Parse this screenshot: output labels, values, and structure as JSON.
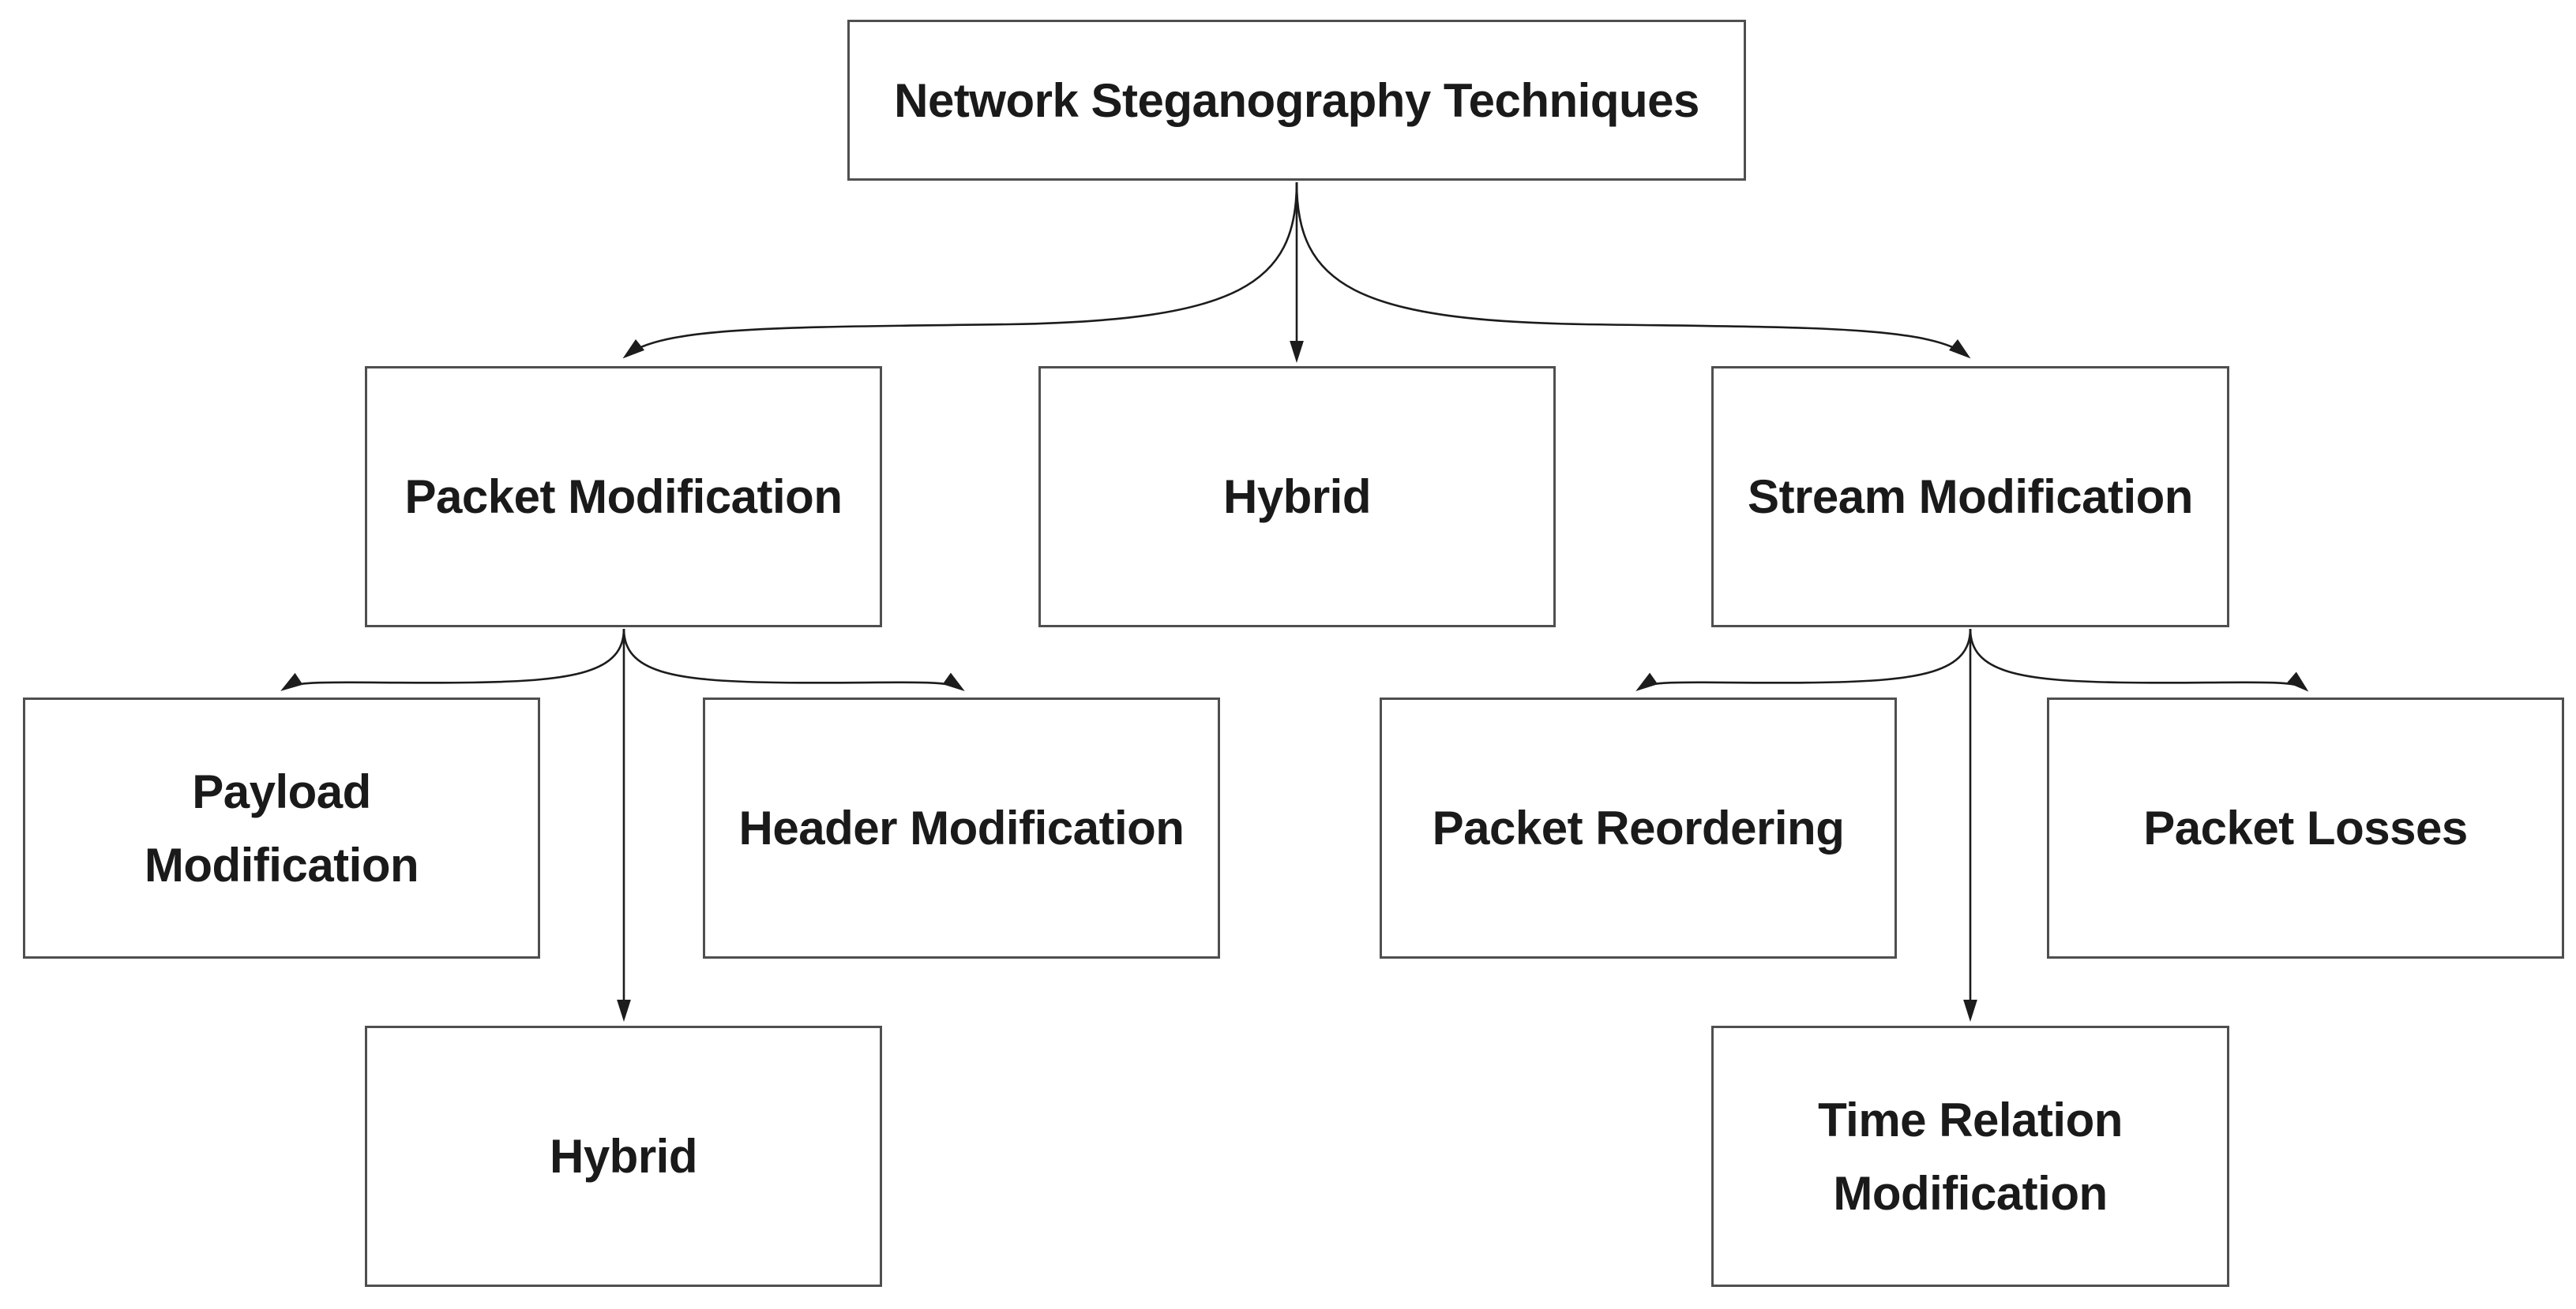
{
  "diagram": {
    "title": "Network Steganography Techniques",
    "nodes": [
      {
        "id": "root",
        "label": "Network Steganography Techniques",
        "level": 0
      },
      {
        "id": "packet-modification",
        "label": "Packet Modification",
        "level": 1
      },
      {
        "id": "hybrid-mid",
        "label": "Hybrid",
        "level": 1
      },
      {
        "id": "stream-modification",
        "label": "Stream Modification",
        "level": 1
      },
      {
        "id": "payload-modification",
        "label": "Payload Modification",
        "level": 2
      },
      {
        "id": "header-modification",
        "label": "Header Modification",
        "level": 2
      },
      {
        "id": "packet-reordering",
        "label": "Packet Reordering",
        "level": 2
      },
      {
        "id": "packet-losses",
        "label": "Packet Losses",
        "level": 2
      },
      {
        "id": "hybrid-bottom",
        "label": "Hybrid",
        "level": 2
      },
      {
        "id": "time-relation-modification",
        "label": "Time Relation Modification",
        "level": 2
      }
    ],
    "edges": [
      {
        "from": "root",
        "to": "packet-modification",
        "style": "curved"
      },
      {
        "from": "root",
        "to": "hybrid-mid",
        "style": "straight"
      },
      {
        "from": "root",
        "to": "stream-modification",
        "style": "curved"
      },
      {
        "from": "packet-modification",
        "to": "payload-modification",
        "style": "curved"
      },
      {
        "from": "packet-modification",
        "to": "header-modification",
        "style": "curved"
      },
      {
        "from": "packet-modification",
        "to": "hybrid-bottom",
        "style": "straight"
      },
      {
        "from": "stream-modification",
        "to": "packet-reordering",
        "style": "curved"
      },
      {
        "from": "stream-modification",
        "to": "packet-losses",
        "style": "curved"
      },
      {
        "from": "stream-modification",
        "to": "time-relation-modification",
        "style": "straight"
      }
    ],
    "colors": {
      "box_fill": "#ffffff",
      "box_border": "#4f4f4f",
      "text": "#1a1a1a",
      "arrow": "#1c1c1c",
      "background": "#ffffff"
    }
  }
}
